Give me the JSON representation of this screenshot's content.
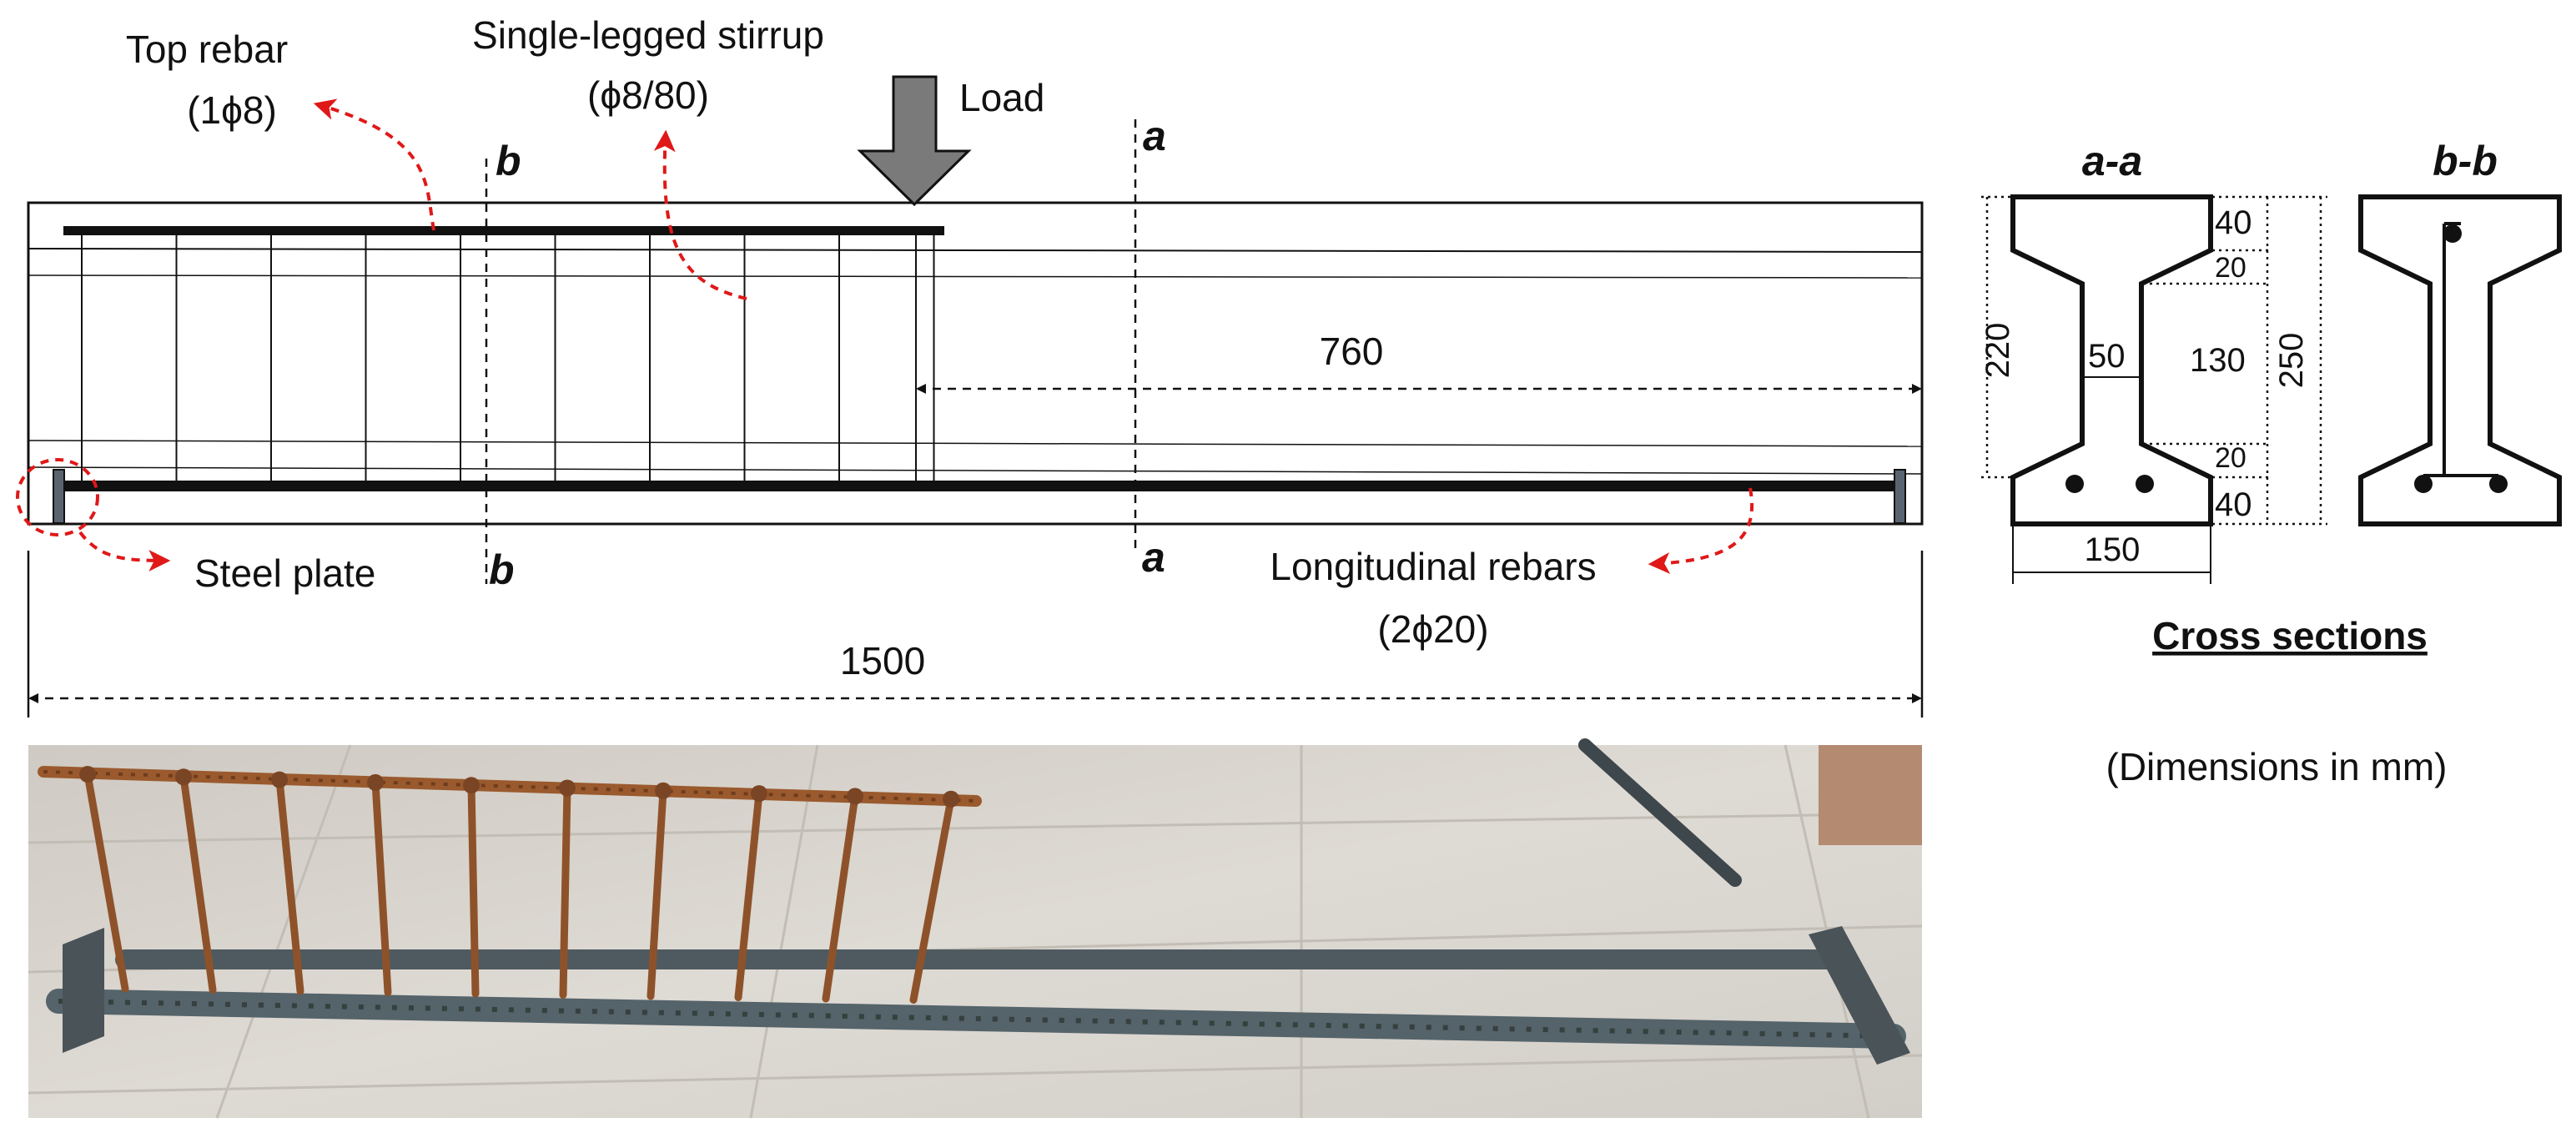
{
  "labels": {
    "top_rebar": "Top rebar",
    "top_rebar_spec": "(1ϕ8)",
    "stirrup": "Single-legged stirrup",
    "stirrup_spec": "(ϕ8/80)",
    "load": "Load",
    "steel_plate": "Steel plate",
    "long_rebars": "Longitudinal  rebars",
    "long_rebars_spec": "(2ϕ20)",
    "section_a": "a",
    "section_b": "b",
    "span_760": "760",
    "span_1500": "1500"
  },
  "cross_sections": {
    "heading": "Cross sections",
    "a_title": "a-a",
    "b_title": "b-b",
    "dim_40_top": "40",
    "dim_20_top": "20",
    "dim_130": "130",
    "dim_20_bot": "20",
    "dim_40_bot": "40",
    "dim_220": "220",
    "dim_250": "250",
    "dim_50": "50",
    "dim_150": "150"
  },
  "note": "(Dimensions in mm)",
  "colors": {
    "annotation_red": "#e01818",
    "load_arrow": "#7a7a7a",
    "plate": "#5a6470",
    "rebar_rust": "#9a5a2e",
    "rebar_steel": "#4e5a60",
    "floor": "#d6d3cd"
  }
}
